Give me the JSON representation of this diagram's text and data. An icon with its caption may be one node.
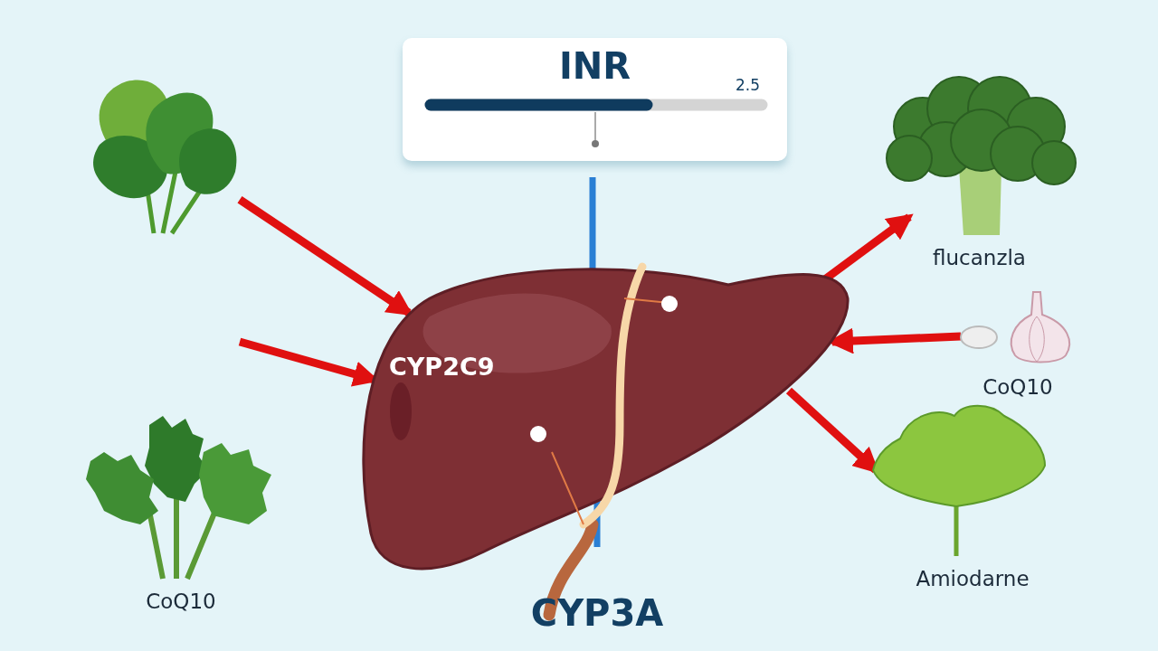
{
  "diagram": {
    "nodes": [
      {
        "text": [
          "INR",
          "2.5"
        ]
      },
      {
        "text": [],
        "shape": "picture"
      },
      {
        "text": [],
        "shape": "picture",
        "beside": [
          "CoQ10"
        ]
      },
      {
        "text": [
          "CYP2C9"
        ]
      },
      {
        "text": [],
        "shape": "picture",
        "beside": [
          "flucanzla"
        ]
      },
      {
        "text": [],
        "shape": "picture",
        "beside": [
          "CoQ10"
        ]
      },
      {
        "text": [],
        "shape": "picture",
        "beside": [
          "Amiodarne"
        ]
      }
    ],
    "edges": [
      {
        "from": 1,
        "to": 3,
        "arrow": "to"
      },
      {
        "from": null,
        "to": 3,
        "arrow": "to"
      },
      {
        "from": 3,
        "to": 4,
        "arrow": "to"
      },
      {
        "from": 5,
        "to": 3,
        "arrow": "to"
      },
      {
        "from": 3,
        "to": 6,
        "arrow": "to"
      }
    ],
    "labels": [
      "CYP3A"
    ]
  }
}
